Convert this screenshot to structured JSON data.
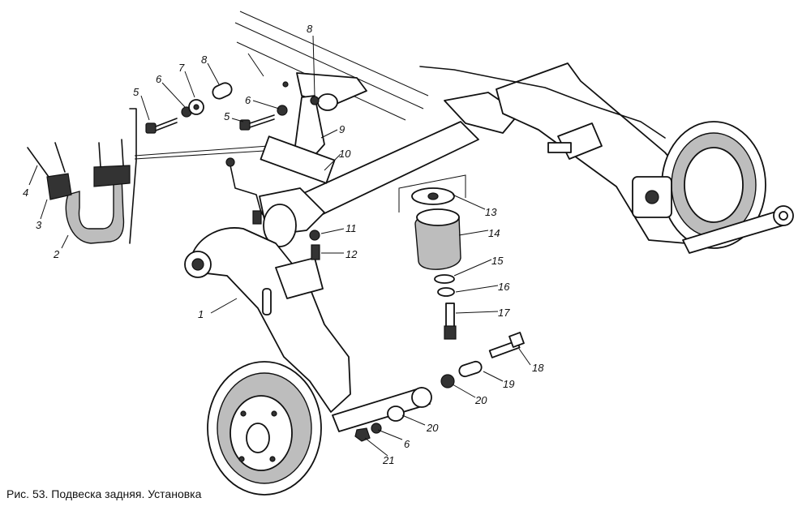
{
  "caption": "Рис. 53. Подвеска задняя. Установка",
  "callouts": [
    {
      "id": "c1",
      "text": "1"
    },
    {
      "id": "c2",
      "text": "2"
    },
    {
      "id": "c3",
      "text": "3"
    },
    {
      "id": "c4",
      "text": "4"
    },
    {
      "id": "c5a",
      "text": "5"
    },
    {
      "id": "c5b",
      "text": "5"
    },
    {
      "id": "c6a",
      "text": "6"
    },
    {
      "id": "c6b",
      "text": "6"
    },
    {
      "id": "c6c",
      "text": "6"
    },
    {
      "id": "c7",
      "text": "7"
    },
    {
      "id": "c8a",
      "text": "8"
    },
    {
      "id": "c8b",
      "text": "8"
    },
    {
      "id": "c9",
      "text": "9"
    },
    {
      "id": "c10",
      "text": "10"
    },
    {
      "id": "c11",
      "text": "11"
    },
    {
      "id": "c12",
      "text": "12"
    },
    {
      "id": "c13",
      "text": "13"
    },
    {
      "id": "c14",
      "text": "14"
    },
    {
      "id": "c15",
      "text": "15"
    },
    {
      "id": "c16",
      "text": "16"
    },
    {
      "id": "c17",
      "text": "17"
    },
    {
      "id": "c18",
      "text": "18"
    },
    {
      "id": "c19",
      "text": "19"
    },
    {
      "id": "c20a",
      "text": "20"
    },
    {
      "id": "c20b",
      "text": "20"
    },
    {
      "id": "c21",
      "text": "21"
    }
  ]
}
